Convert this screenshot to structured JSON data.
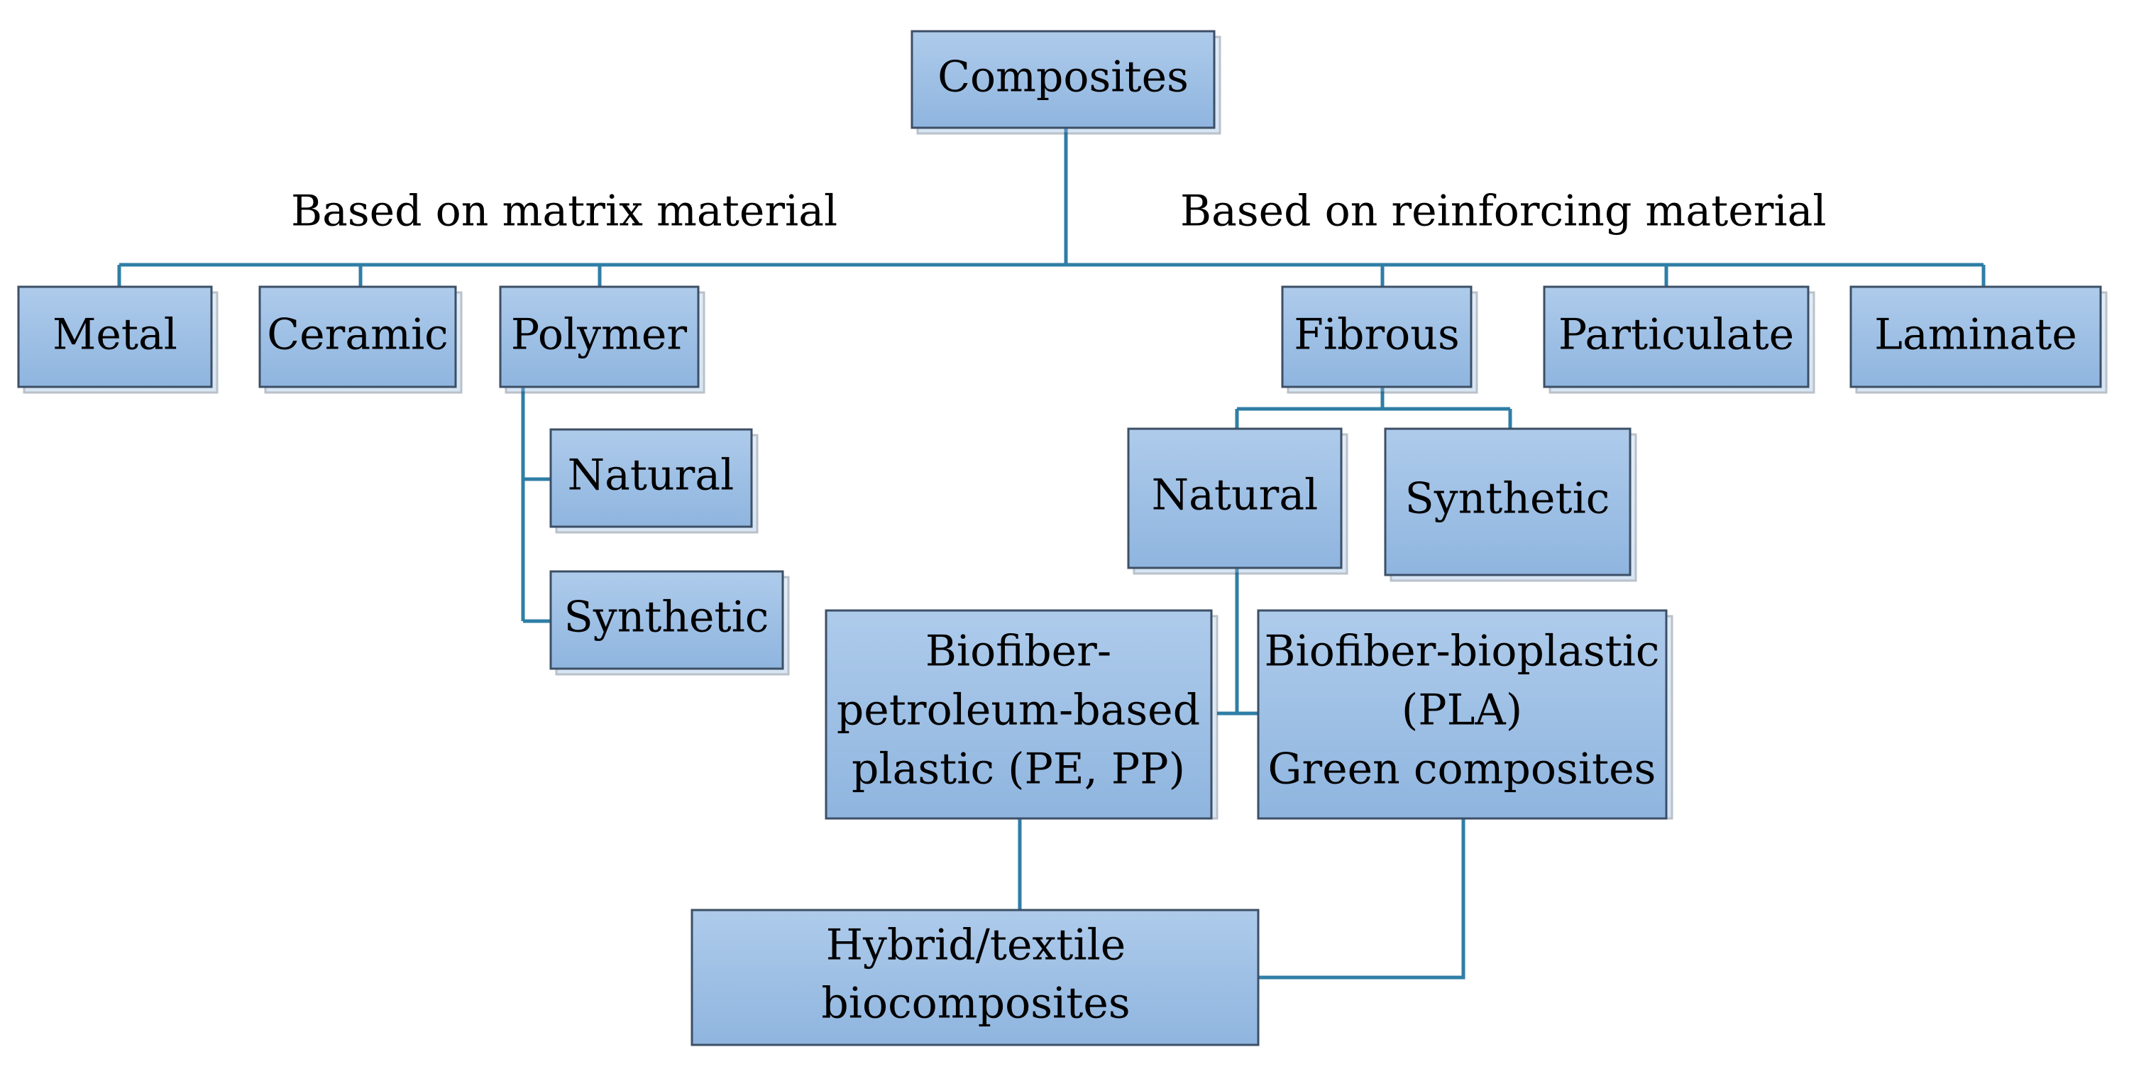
{
  "diagram": {
    "root": "Composites",
    "branch_left_heading": "Based on matrix material",
    "branch_right_heading": "Based on reinforcing material",
    "matrix": {
      "metal": "Metal",
      "ceramic": "Ceramic",
      "polymer": "Polymer",
      "polymer_natural": "Natural",
      "polymer_synthetic": "Synthetic"
    },
    "reinforcing": {
      "fibrous": "Fibrous",
      "particulate": "Particulate",
      "laminate": "Laminate",
      "fibrous_natural": "Natural",
      "fibrous_synthetic": "Synthetic"
    },
    "biofiber_petroleum": [
      "Biofiber-",
      "petroleum-based",
      "plastic (PE, PP)"
    ],
    "biofiber_bioplastic": [
      "Biofiber-bioplastic",
      "(PLA)",
      "Green composites"
    ],
    "hybrid": [
      "Hybrid/textile",
      "biocomposites"
    ]
  },
  "colors": {
    "box_fill_top": "#aecbeb",
    "box_fill_bottom": "#8fb5df",
    "box_border": "#3c4f66",
    "connector": "#2f7ea6",
    "text": "#000000"
  }
}
